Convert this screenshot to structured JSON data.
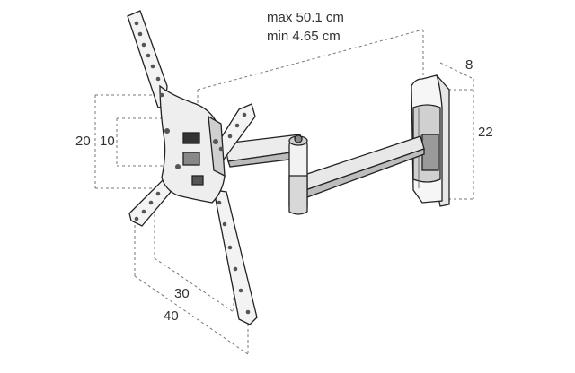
{
  "dimensions": {
    "arm_extension_max": "max 50.1 cm",
    "arm_extension_min": "min 4.65 cm",
    "wall_plate_depth": "8",
    "wall_plate_height": "22",
    "vesa_vertical_outer": "20",
    "vesa_vertical_inner": "10",
    "vesa_horizontal_inner": "30",
    "vesa_horizontal_outer": "40"
  },
  "colors": {
    "line": "#222222",
    "dimension_line": "#777777",
    "fill_light": "#f4f4f4",
    "fill_mid": "#d9d9d9",
    "fill_dark": "#9a9a9a"
  }
}
